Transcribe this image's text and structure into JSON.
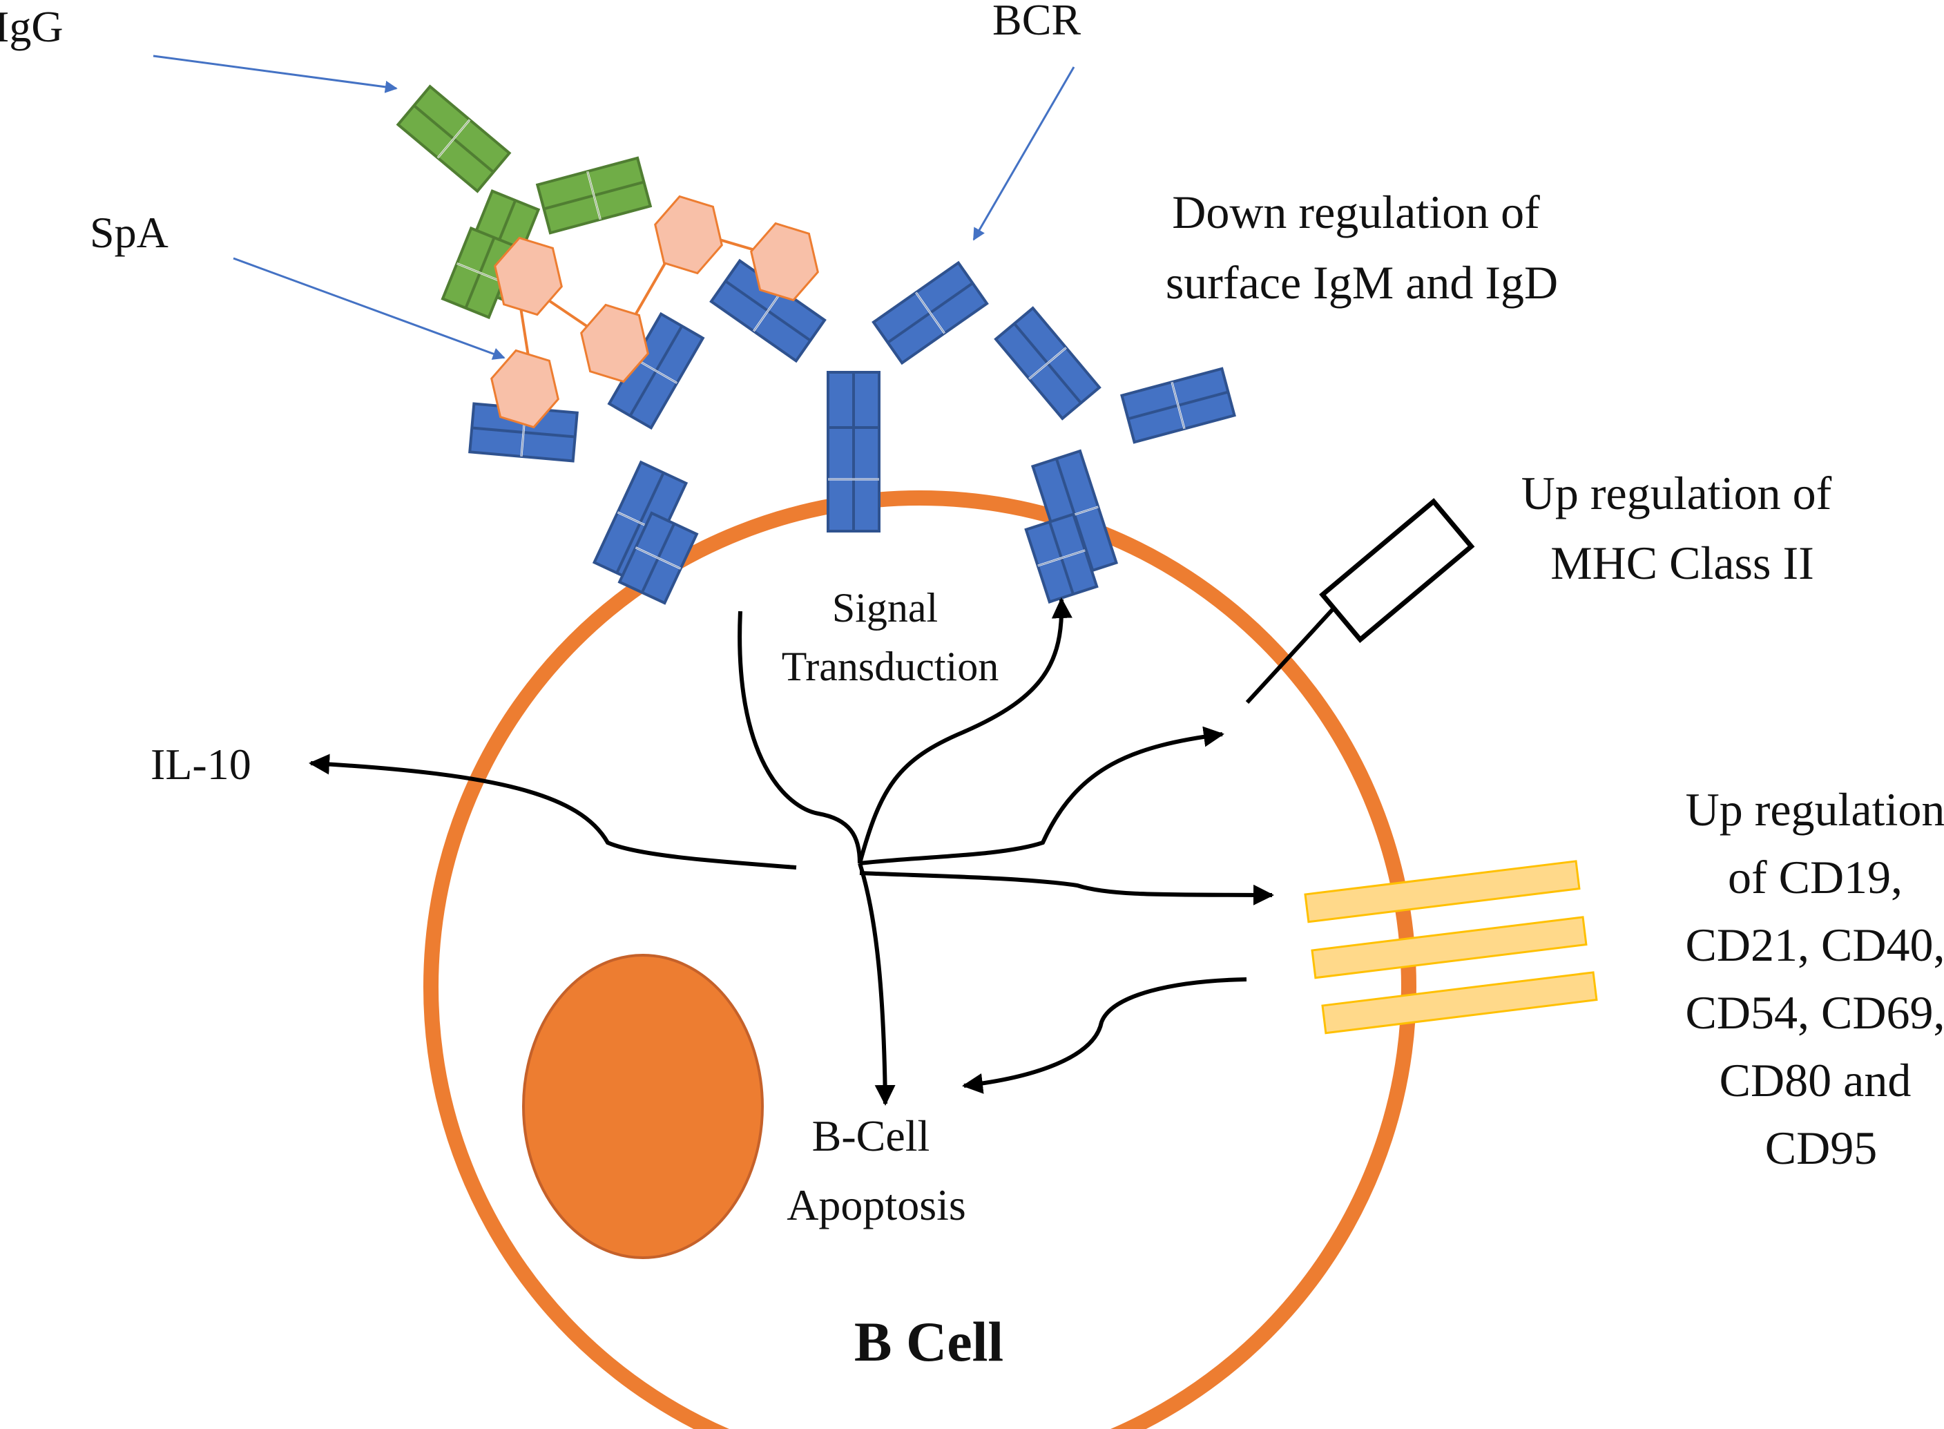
{
  "labels": {
    "igg": "IgG",
    "bcr": "BCR",
    "spa": "SpA",
    "down_regulation": [
      "Down regulation of",
      "surface IgM and IgD"
    ],
    "up_regulation_mhc": [
      "Up regulation of",
      "MHC Class II"
    ],
    "up_regulation_cd": [
      "Up regulation",
      "of CD19,",
      "CD21, CD40,",
      "CD54, CD69,",
      "CD80 and",
      "CD95"
    ],
    "signal_transduction": [
      "Signal",
      "Transduction"
    ],
    "il10": "IL-10",
    "apoptosis": [
      "B-Cell",
      "Apoptosis"
    ],
    "cell_name": "B Cell"
  },
  "colors": {
    "membrane": "#ED7D31",
    "nucleus": "#ED7D31",
    "bcr_fill": "#4472C4",
    "bcr_stroke": "#2F528F",
    "igg_fill": "#70AD47",
    "igg_stroke": "#507E32",
    "spa_fill": "#F8C0A8",
    "spa_stroke": "#ED7D31",
    "cd_fill": "#FFD98A",
    "cd_stroke": "#FFC000",
    "pointer_arrow": "#4472C4",
    "pathway_arrow": "#000000"
  }
}
